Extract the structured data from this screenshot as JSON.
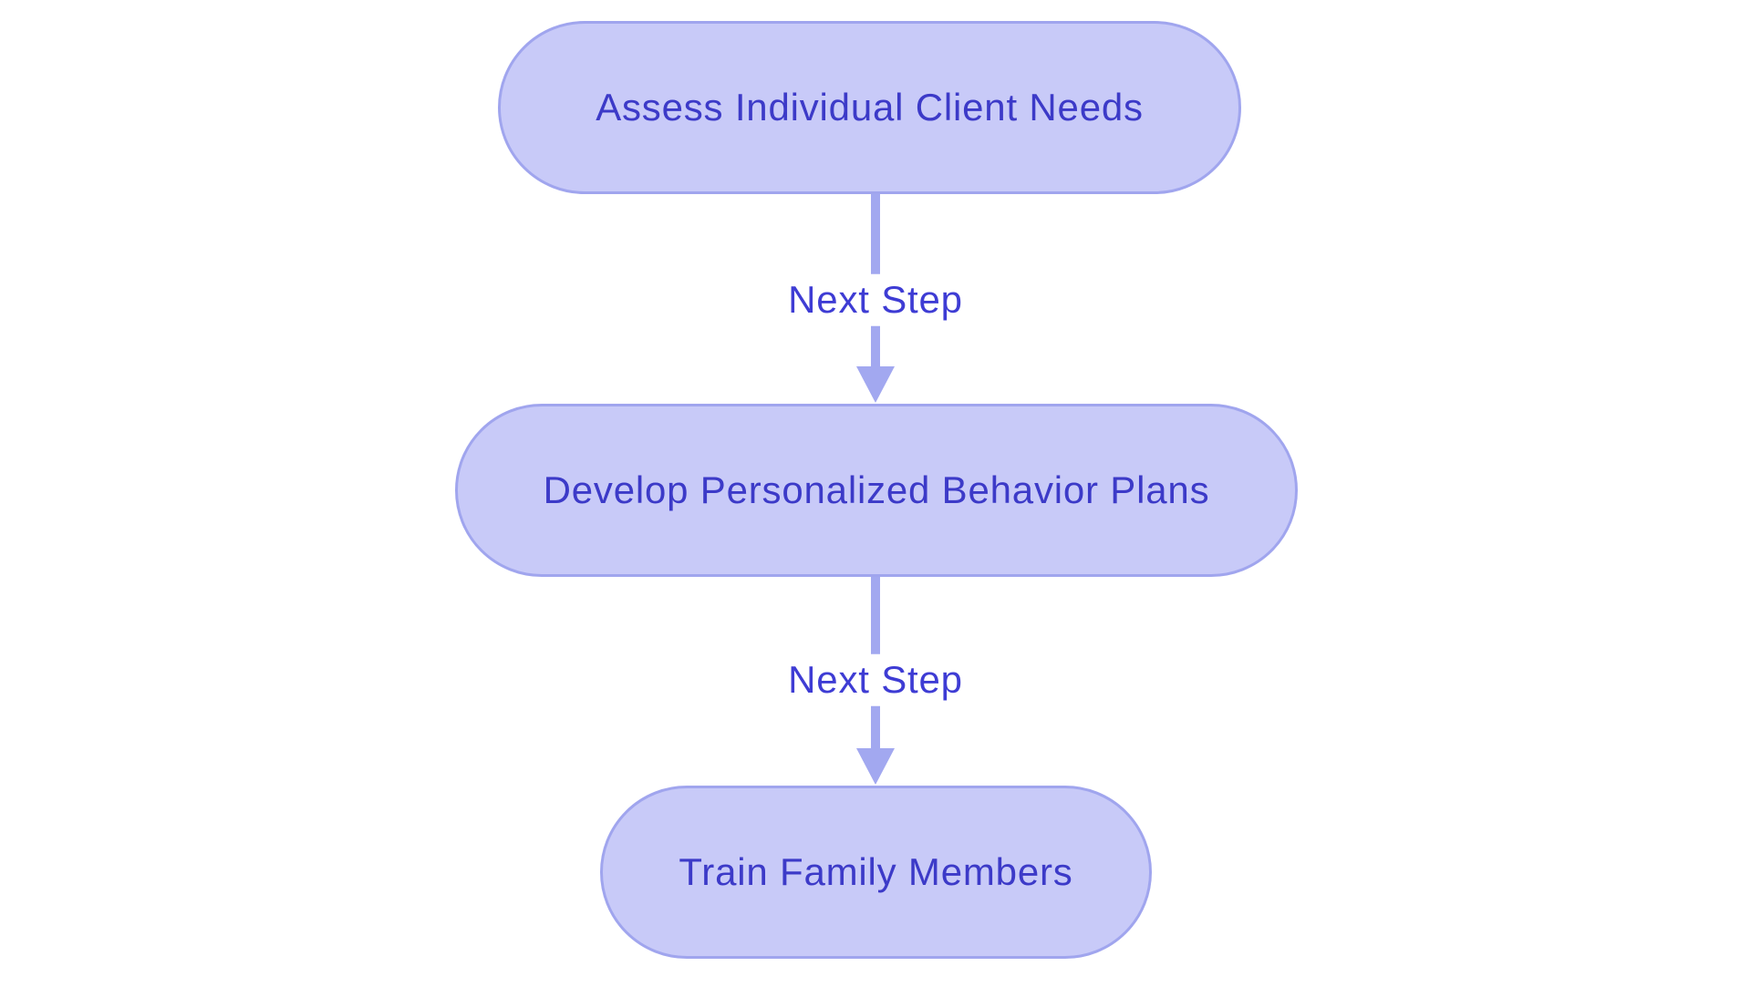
{
  "flowchart": {
    "type": "vertical-flowchart",
    "nodes": [
      {
        "index": 0,
        "label": "Assess Individual Client Needs"
      },
      {
        "index": 1,
        "label": "Develop Personalized Behavior Plans"
      },
      {
        "index": 2,
        "label": "Train Family Members"
      }
    ],
    "edges": [
      {
        "from": 0,
        "to": 1,
        "label": "Next Step",
        "direction": "down"
      },
      {
        "from": 1,
        "to": 2,
        "label": "Next Step",
        "direction": "down"
      }
    ]
  },
  "colors": {
    "background": "#ffffff",
    "node-fill": "#c8caf8",
    "node-border": "#a0a5ee",
    "node-text": "#3c3ac8",
    "edge-line": "#a2a8f0",
    "edge-text": "#3e3cd4"
  }
}
